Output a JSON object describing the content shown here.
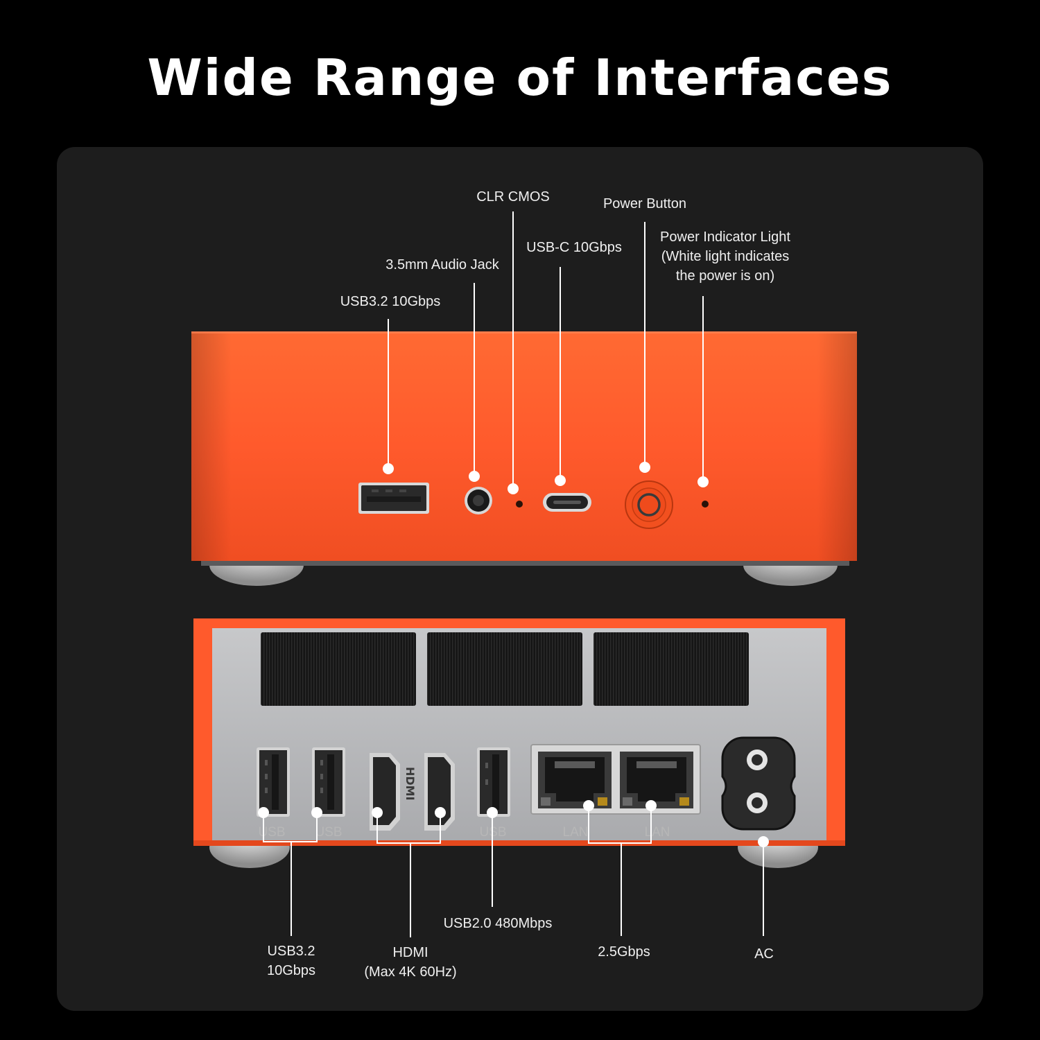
{
  "title": "Wide Range of Interfaces",
  "colors": {
    "body_orange": "#ff5a2c",
    "rear_panel": "#b9babc",
    "background": "#000000",
    "panel": "#1d1d1d"
  },
  "front_labels": {
    "clr_cmos": "CLR CMOS",
    "power_button": "Power Button",
    "usbc": "USB-C 10Gbps",
    "power_indicator": [
      "Power Indicator Light",
      "(White light indicates",
      "the power is on)"
    ],
    "audio_jack": "3.5mm Audio Jack",
    "usb32_front": "USB3.2 10Gbps"
  },
  "rear_port_labels": {
    "usb_1": "USB",
    "usb_2": "USB",
    "usb_3": "USB",
    "lan_1": "LAN",
    "lan_2": "LAN",
    "hdmi_logo": "HDMI"
  },
  "rear_labels": {
    "usb32_rear": [
      "USB3.2",
      "10Gbps"
    ],
    "hdmi": [
      "HDMI",
      "(Max 4K 60Hz)"
    ],
    "usb20": "USB2.0 480Mbps",
    "lan_speed": "2.5Gbps",
    "ac": "AC"
  }
}
